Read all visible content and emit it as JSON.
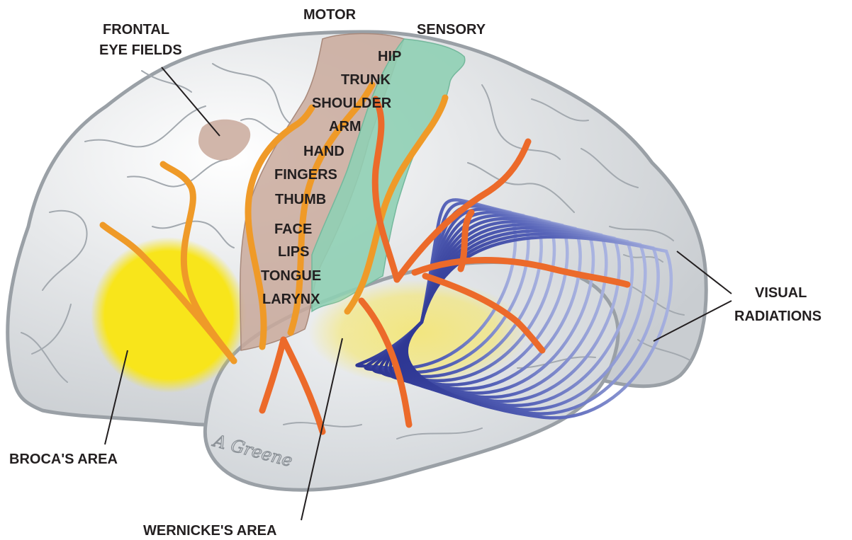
{
  "labels": {
    "frontal_eye_fields_line1": "FRONTAL",
    "frontal_eye_fields_line2": "EYE FIELDS",
    "motor": "MOTOR",
    "sensory": "SENSORY",
    "brocas_area": "BROCA'S AREA",
    "wernickes_area": "WERNICKE'S AREA",
    "visual_radiations_line1": "VISUAL",
    "visual_radiations_line2": "RADIATIONS"
  },
  "homunculus": [
    "HIP",
    "TRUNK",
    "SHOULDER",
    "ARM",
    "HAND",
    "FINGERS",
    "THUMB",
    "FACE",
    "LIPS",
    "TONGUE",
    "LARYNX"
  ],
  "signature": "A Greene",
  "colors": {
    "brain_fill": "#d9dcdf",
    "brain_outline": "#9aa0a6",
    "sulci": "#a3a9af",
    "motor_cortex": "#c9a99b",
    "sensory_cortex": "#8fcfb4",
    "broca": "#f6e41a",
    "wernicke": "#f3e98a",
    "orange_tract": "#ef9a28",
    "red_orange_tract": "#ec6a2a",
    "visual_radiation": "#3d48a6",
    "label": "#231f20"
  }
}
